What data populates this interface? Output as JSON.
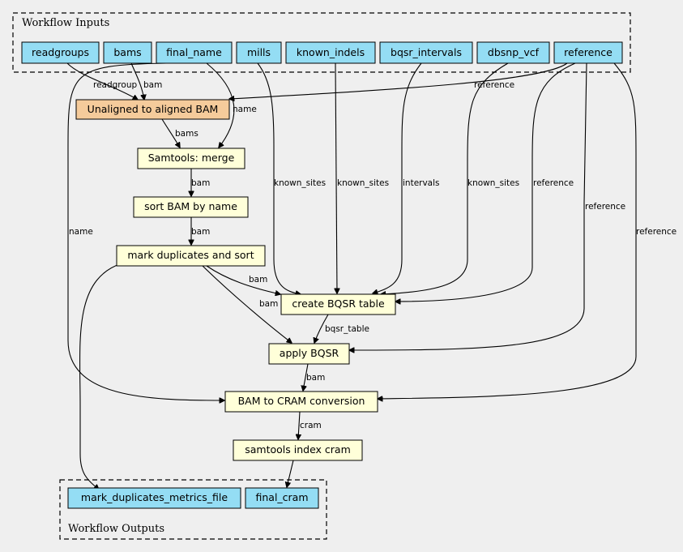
{
  "clusters": {
    "inputs": "Workflow Inputs",
    "outputs": "Workflow Outputs"
  },
  "colors": {
    "io_fill": "#94ddf4",
    "step_fill": "#ffffd9",
    "highlight_fill": "#f5cb9b",
    "background": "#efefef"
  },
  "inputs": {
    "readgroups": "readgroups",
    "bams": "bams",
    "final_name": "final_name",
    "mills": "mills",
    "known_indels": "known_indels",
    "bqsr_intervals": "bqsr_intervals",
    "dbsnp_vcf": "dbsnp_vcf",
    "reference": "reference"
  },
  "steps": {
    "unaligned": "Unaligned to aligned BAM",
    "merge": "Samtools: merge",
    "sort": "sort BAM by name",
    "markdup": "mark duplicates and sort",
    "bqsr_table": "create BQSR table",
    "apply_bqsr": "apply BQSR",
    "cram_conv": "BAM to CRAM conversion",
    "index_cram": "samtools index cram"
  },
  "outputs": {
    "metrics": "mark_duplicates_metrics_file",
    "final_cram": "final_cram"
  },
  "edge_labels": {
    "readgroup": "readgroup",
    "bam_in": "bam",
    "ref_unaligned": "reference",
    "name_merge": "name",
    "bams": "bams",
    "bam_merge_sort": "bam",
    "bam_sort_mark": "bam",
    "name_cram": "name",
    "known_sites_mills": "known_sites",
    "known_sites_indels": "known_sites",
    "intervals": "intervals",
    "known_sites_dbsnp": "known_sites",
    "ref_bqsr": "reference",
    "ref_apply": "reference",
    "ref_cram": "reference",
    "bam_mark_bqsr": "bam",
    "bam_mark_apply": "bam",
    "bqsr_table": "bqsr_table",
    "bam_apply_cram": "bam",
    "cram": "cram"
  }
}
